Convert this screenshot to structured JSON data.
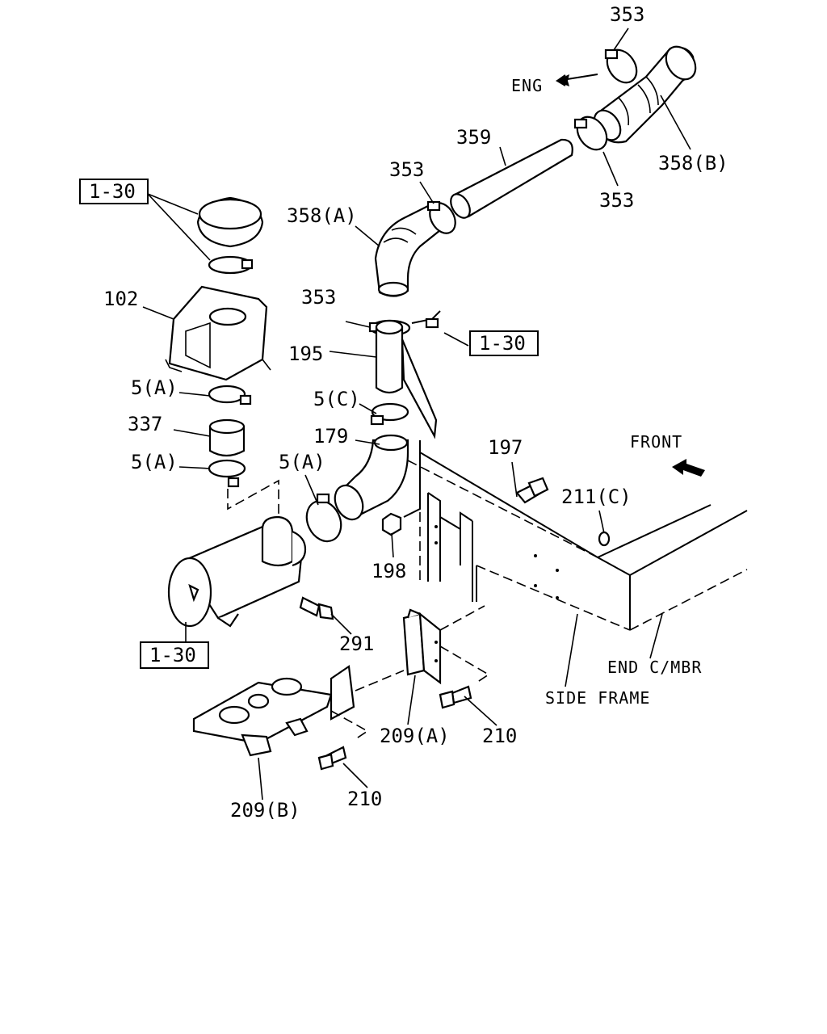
{
  "direction_labels": {
    "eng": "ENG",
    "front": "FRONT",
    "side_frame": "SIDE FRAME",
    "end_cmbr": "END C/MBR"
  },
  "reference_boxes": [
    "1-30",
    "1-30",
    "1-30"
  ],
  "part_labels": {
    "p353_top": "353",
    "p353_right": "353",
    "p353_mid": "353",
    "p353_lower": "353",
    "p359": "359",
    "p358b": "358(B)",
    "p358a": "358(A)",
    "p195": "195",
    "p5c": "5(C)",
    "p179": "179",
    "p197": "197",
    "p211c": "211(C)",
    "p198": "198",
    "p102": "102",
    "p5a_upper": "5(A)",
    "p337": "337",
    "p5a_lower": "5(A)",
    "p5a_mid": "5(A)",
    "p291": "291",
    "p209a": "209(A)",
    "p210_right": "210",
    "p210_lower": "210",
    "p209b": "209(B)"
  }
}
